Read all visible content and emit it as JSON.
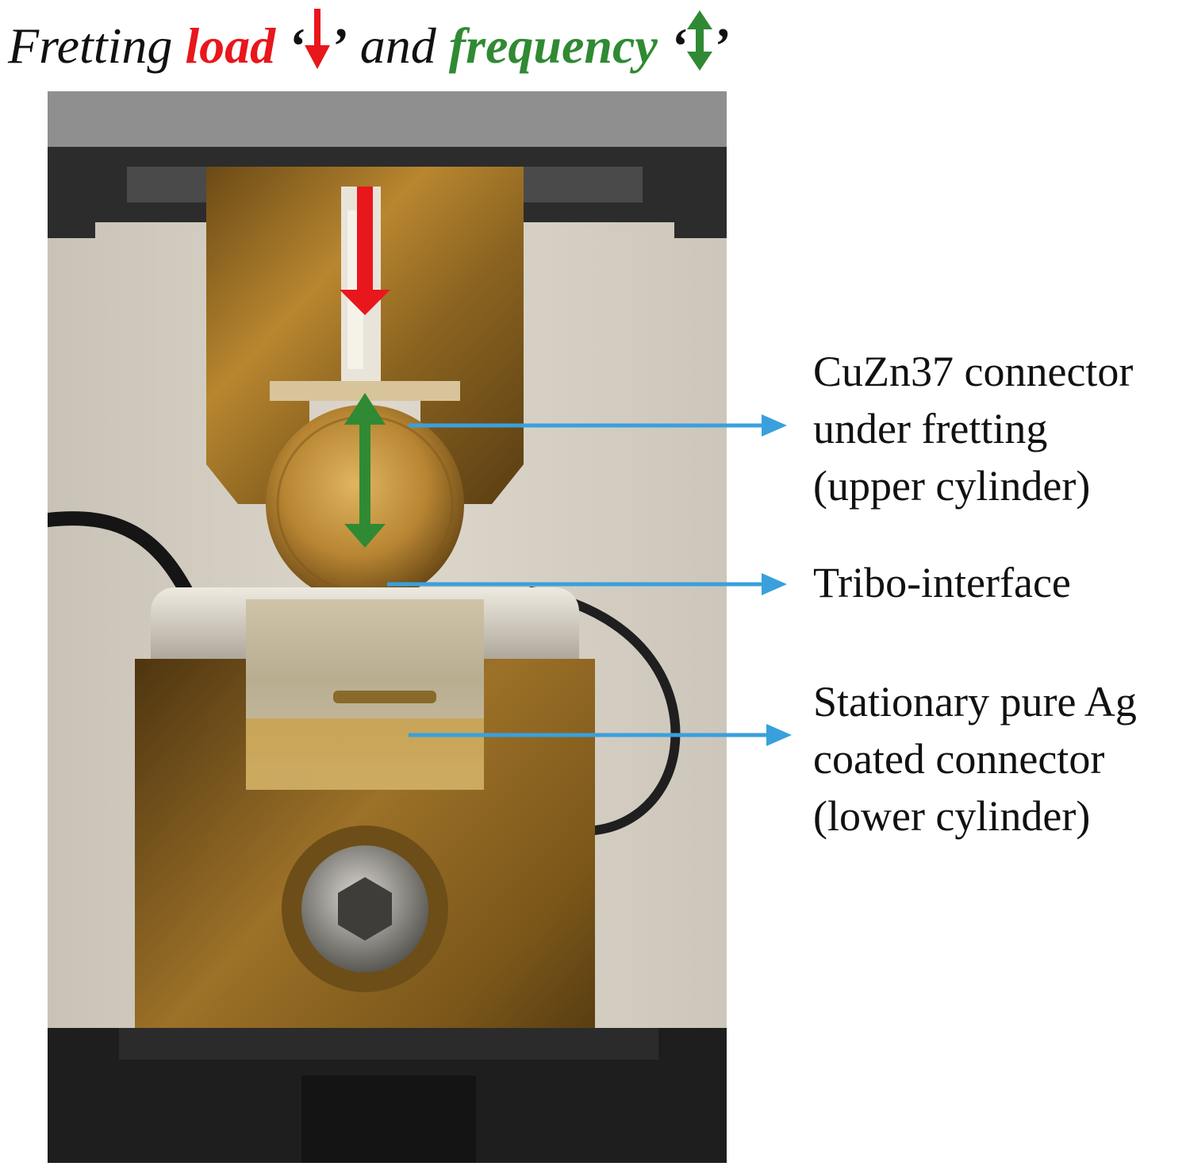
{
  "title": {
    "prefix": "Fretting ",
    "load_word": "load",
    "load_quote_open": " ‘",
    "load_quote_close": "’",
    "middle": " and ",
    "freq_word": "frequency",
    "freq_quote_open": " ‘",
    "freq_quote_close": "’"
  },
  "labels": [
    {
      "lines": [
        "CuZn37 connector",
        "under fretting",
        "(upper cylinder)"
      ]
    },
    {
      "lines": [
        "Tribo-interface"
      ]
    },
    {
      "lines": [
        "Stationary pure Ag",
        "coated connector",
        "(lower cylinder)"
      ]
    }
  ],
  "colors": {
    "load": "#e8171b",
    "frequency": "#2f8a33",
    "pointer": "#3aa0dc",
    "brass": "#b8862f"
  },
  "icons": {
    "load_arrow": "arrow-down-icon",
    "frequency_arrow": "arrow-updown-icon"
  }
}
